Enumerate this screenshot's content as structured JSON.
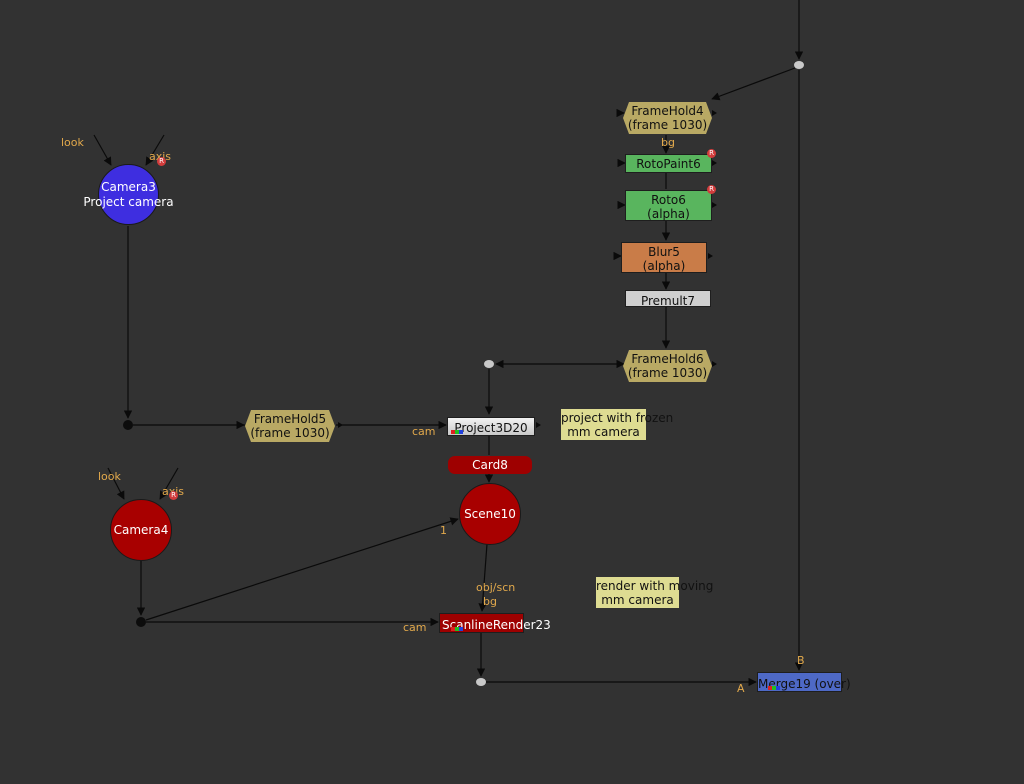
{
  "colors": {
    "canvas": "#323232",
    "wire": "#0a0a0a",
    "input_label": "#e2a94c",
    "framehold": "#b9a964",
    "roto": "#59b55e",
    "blur": "#c97c48",
    "premult": "#cfcfcf",
    "red_node": "#9e0000",
    "camera3": "#3e2ee0",
    "merge": "#4e69c6",
    "sticky": "#dedc92"
  },
  "nodes": {
    "framehold4": {
      "name": "FrameHold4",
      "sub": "(frame 1030)"
    },
    "rotopaint6": {
      "name": "RotoPaint6"
    },
    "roto6": {
      "name": "Roto6",
      "sub": "(alpha)"
    },
    "blur5": {
      "name": "Blur5",
      "sub": "(alpha)"
    },
    "premult7": {
      "name": "Premult7"
    },
    "framehold6": {
      "name": "FrameHold6",
      "sub": "(frame 1030)"
    },
    "camera3": {
      "name": "Camera3",
      "sub": "Project camera"
    },
    "framehold5": {
      "name": "FrameHold5",
      "sub": "(frame 1030)"
    },
    "project3d20": {
      "name": "Project3D20"
    },
    "card8": {
      "name": "Card8"
    },
    "camera4": {
      "name": "Camera4"
    },
    "scene10": {
      "name": "Scene10"
    },
    "scanlinerender23": {
      "name": "ScanlineRender23"
    },
    "merge19": {
      "name": "Merge19 (over)"
    }
  },
  "stickies": {
    "project_note": {
      "line1": "project with frozen",
      "line2": "mm camera"
    },
    "render_note": {
      "line1": "render with moving",
      "line2": "mm camera"
    }
  },
  "input_labels": {
    "cam3_look": "look",
    "cam3_axis": "axis",
    "cam4_look": "look",
    "cam4_axis": "axis",
    "fh4_bg": "bg",
    "project_cam": "cam",
    "scene_1": "1",
    "scanline_obj": "obj/scn",
    "scanline_bg": "bg",
    "scanline_cam": "cam",
    "merge_b": "B",
    "merge_a": "A"
  },
  "badges": {
    "rotopaint6": "R",
    "roto6": "R",
    "camera3": "R",
    "camera4": "R"
  }
}
